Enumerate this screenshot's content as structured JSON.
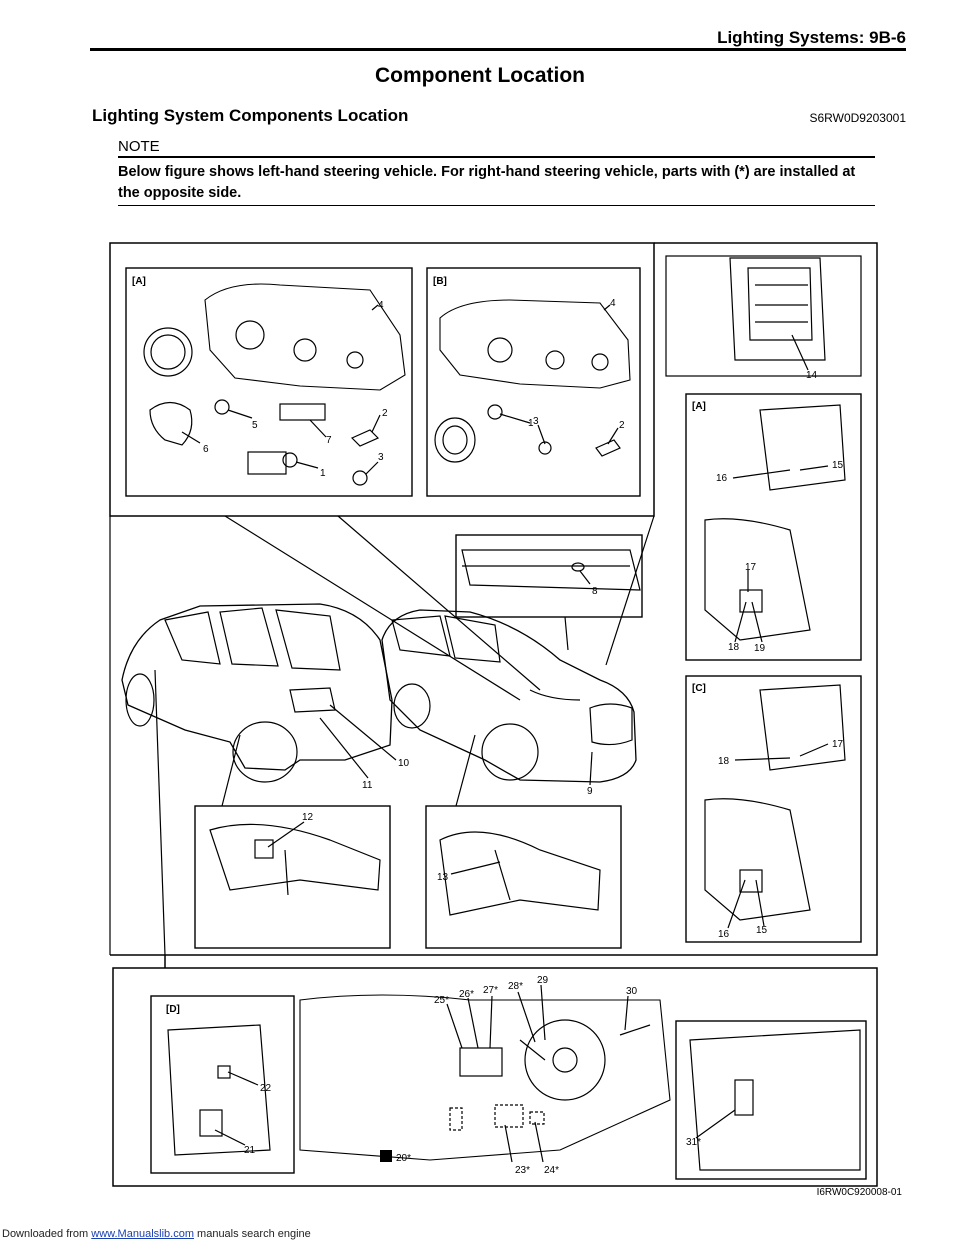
{
  "header": {
    "title": "Lighting Systems:    9B-6"
  },
  "section_title": "Component Location",
  "subsection": {
    "title": "Lighting System Components Location",
    "code": "S6RW0D9203001"
  },
  "note": {
    "label": "NOTE",
    "text": "Below figure shows left-hand steering vehicle. For right-hand steering vehicle, parts with (*) are installed at the opposite side."
  },
  "figure": {
    "panel_labels": {
      "A_top": "[A]",
      "B_top": "[B]",
      "A_right": "[A]",
      "C_right": "[C]",
      "D": "[D]"
    },
    "callouts": {
      "c1a": "1",
      "c1b": "1",
      "c2a": "2",
      "c2b": "2",
      "c3a": "3",
      "c3b": "3",
      "c4a": "4",
      "c4b": "4",
      "c5": "5",
      "c6": "6",
      "c7": "7",
      "c8": "8",
      "c9": "9",
      "c10": "10",
      "c11": "11",
      "c12": "12",
      "c13": "13",
      "c14": "14",
      "c15a": "15",
      "c15b": "15",
      "c16a": "16",
      "c16b": "16",
      "c17a": "17",
      "c17b": "17",
      "c18a": "18",
      "c18b": "18",
      "c19": "19",
      "c20": "20*",
      "c21": "21",
      "c22": "22",
      "c23": "23*",
      "c24": "24*",
      "c25": "25*",
      "c26": "26*",
      "c27": "27*",
      "c28": "28*",
      "c29": "29",
      "c30": "30",
      "c31": "31*"
    },
    "code": "I6RW0C920008-01"
  },
  "footer": {
    "prefix": "Downloaded from ",
    "link": "www.Manualslib.com",
    "suffix": " manuals search engine"
  }
}
